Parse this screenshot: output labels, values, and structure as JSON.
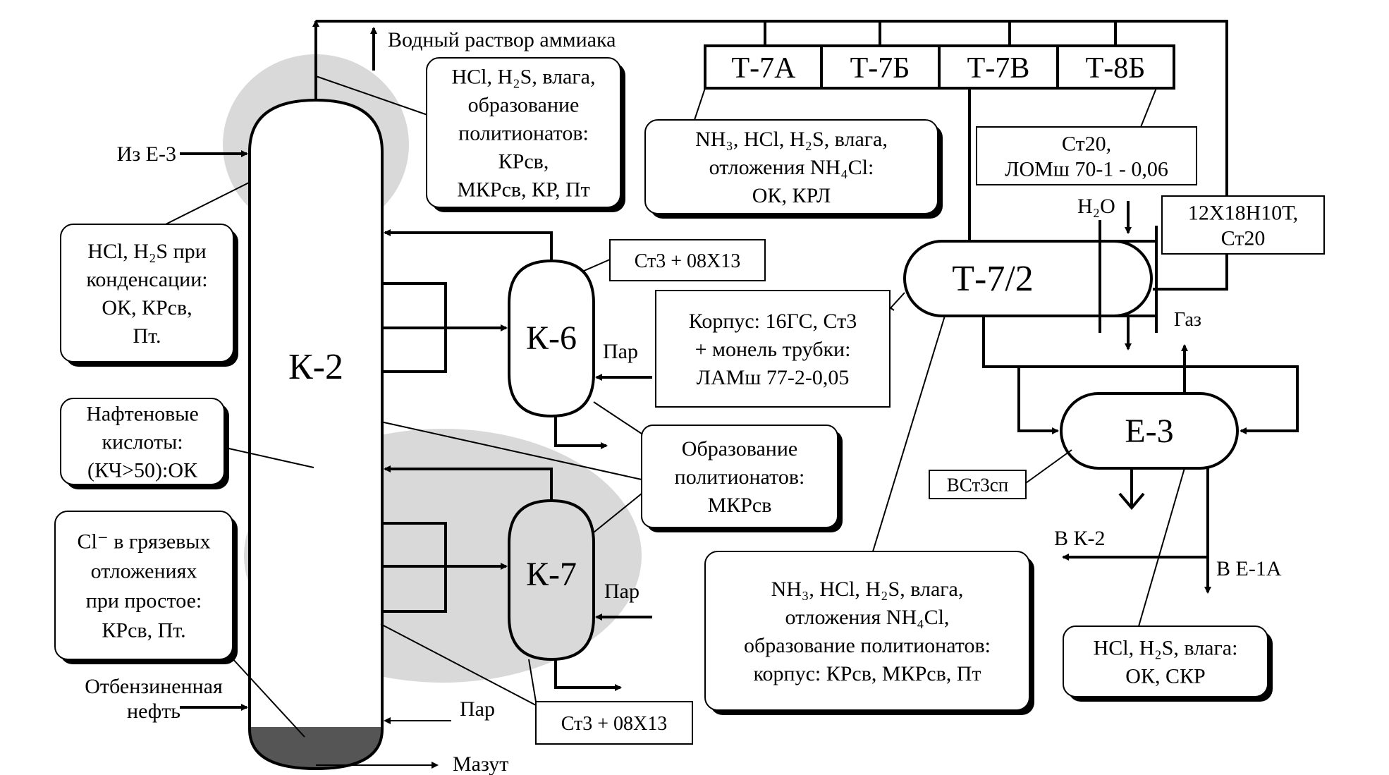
{
  "colors": {
    "zone": "#d9d9d9",
    "residue": "#555555",
    "line": "#000000"
  },
  "vessels": {
    "k2": "К-2",
    "k6": "К-6",
    "k7": "К-7",
    "t72": "Т-7/2",
    "e3": "Е-3"
  },
  "exchangers": [
    "Т-7А",
    "Т-7Б",
    "Т-7В",
    "Т-8Б"
  ],
  "streams": {
    "ammonia": "Водный раствор аммиака",
    "from_e3": "Из Е-3",
    "crude_1": "Отбензиненная",
    "crude_2": "нефть",
    "steam_k6": "Пар",
    "steam_k7": "Пар",
    "steam_k2": "Пар",
    "mazut": "Мазут",
    "gas": "Газ",
    "to_k2": "В  К-2",
    "to_e1a": "В  Е-1А",
    "water": "H₂O"
  },
  "notes": {
    "top_left": [
      "HCl, H₂S, влага,",
      "образование",
      "политионатов:",
      "КРсв,",
      "МКРсв, КР, Пт"
    ],
    "condensation": [
      "HCl, H₂S при",
      "конденсации:",
      "ОК, КРсв,",
      "Пт."
    ],
    "naphthenic": [
      "Нафтеновые",
      "кислоты:",
      "(КЧ>50):ОК"
    ],
    "chloride": [
      "Cl⁻ в грязевых",
      "отложениях",
      "при простое:",
      "КРсв, Пт."
    ],
    "exch_corr": [
      "NH₃, HCl, H₂S, влага,",
      "отложения NH₄Cl:",
      "ОК, КРЛ"
    ],
    "exch_mat": [
      "Ст20,",
      "ЛОМш 70-1 - 0,06"
    ],
    "steel": [
      "12Х18Н10Т,",
      "Ст20"
    ],
    "k6_mat": [
      "Ст3 + 08Х13"
    ],
    "t72_mat": [
      "Корпус: 16ГС, Ст3",
      "+ монель трубки:",
      "ЛАМш 77-2-0,05"
    ],
    "polythionate": [
      "Образование",
      "политионатов:",
      "МКРсв"
    ],
    "e3_mat": [
      "ВСт3сп"
    ],
    "t72_corr": [
      "NH₃, HCl, H₂S, влага,",
      "отложения NH₄Cl,",
      "образование политионатов:",
      "корпус: КРсв, МКРсв, Пт"
    ],
    "k7_mat": [
      "Ст3 + 08Х13"
    ],
    "e3_corr": [
      "HCl, H₂S, влага:",
      "ОК, СКР"
    ]
  }
}
